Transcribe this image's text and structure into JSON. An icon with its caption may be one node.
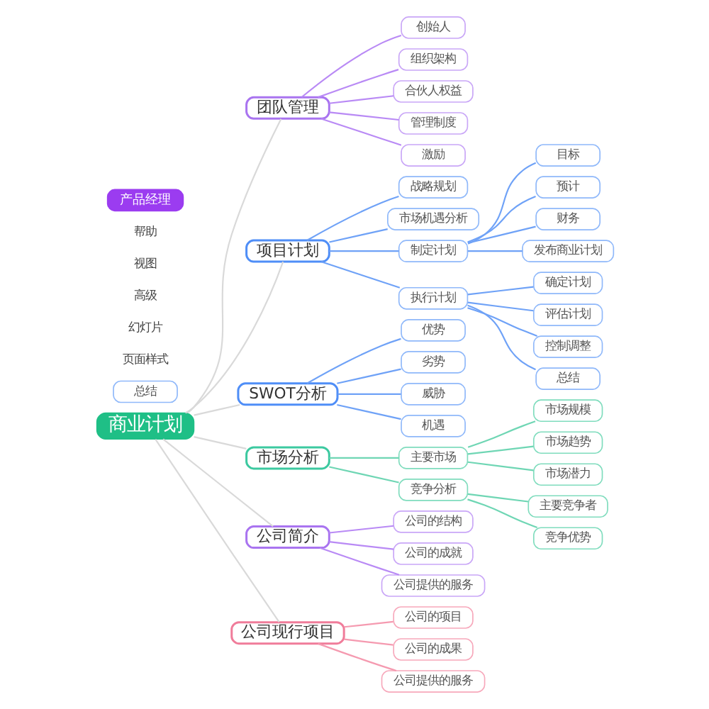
{
  "diagram": {
    "nodes": [
      {
        "text": [
          "商业计划"
        ]
      },
      {
        "text": [
          "团队管理"
        ]
      },
      {
        "text": [
          "创始人"
        ]
      },
      {
        "text": [
          "组织架构"
        ]
      },
      {
        "text": [
          "合伙人权益"
        ]
      },
      {
        "text": [
          "管理制度"
        ]
      },
      {
        "text": [
          "激励"
        ]
      },
      {
        "text": [
          "项目计划"
        ]
      },
      {
        "text": [
          "战略规划"
        ]
      },
      {
        "text": [
          "市场机遇分析"
        ]
      },
      {
        "text": [
          "制定计划"
        ]
      },
      {
        "text": [
          "目标"
        ]
      },
      {
        "text": [
          "预计"
        ]
      },
      {
        "text": [
          "财务"
        ]
      },
      {
        "text": [
          "发布商业计划"
        ]
      },
      {
        "text": [
          "执行计划"
        ]
      },
      {
        "text": [
          "确定计划"
        ]
      },
      {
        "text": [
          "评估计划"
        ]
      },
      {
        "text": [
          "控制调整"
        ]
      },
      {
        "text": [
          "总结"
        ]
      },
      {
        "text": [
          "SWOT分析"
        ]
      },
      {
        "text": [
          "优势"
        ]
      },
      {
        "text": [
          "劣势"
        ]
      },
      {
        "text": [
          "威胁"
        ]
      },
      {
        "text": [
          "机遇"
        ]
      },
      {
        "text": [
          "总结"
        ]
      },
      {
        "text": [
          "市场分析"
        ]
      },
      {
        "text": [
          "主要市场"
        ]
      },
      {
        "text": [
          "市场规模"
        ]
      },
      {
        "text": [
          "市场趋势"
        ]
      },
      {
        "text": [
          "市场潜力"
        ]
      },
      {
        "text": [
          "竞争分析"
        ]
      },
      {
        "text": [
          "主要竞争者"
        ]
      },
      {
        "text": [
          "竞争优势"
        ]
      },
      {
        "text": [
          "公司简介"
        ]
      },
      {
        "text": [
          "公司的结构"
        ]
      },
      {
        "text": [
          "公司的成就"
        ]
      },
      {
        "text": [
          "公司提供的服务"
        ]
      },
      {
        "text": [
          "公司现行项目"
        ]
      },
      {
        "text": [
          "公司的项目"
        ]
      },
      {
        "text": [
          "公司的成果"
        ]
      },
      {
        "text": [
          "公司提供的服务"
        ]
      }
    ],
    "edges": [
      {
        "from": 0,
        "to": 1,
        "arrow": "none",
        "color": "#d9d9d9"
      },
      {
        "from": 1,
        "to": 2,
        "arrow": "none",
        "color": "#b98af5"
      },
      {
        "from": 1,
        "to": 3,
        "arrow": "none",
        "color": "#b98af5"
      },
      {
        "from": 1,
        "to": 4,
        "arrow": "none",
        "color": "#b98af5"
      },
      {
        "from": 1,
        "to": 5,
        "arrow": "none",
        "color": "#b98af5"
      },
      {
        "from": 1,
        "to": 6,
        "arrow": "none",
        "color": "#b98af5"
      },
      {
        "from": 0,
        "to": 7,
        "arrow": "none",
        "color": "#d9d9d9"
      },
      {
        "from": 7,
        "to": 8,
        "arrow": "none"
      },
      {
        "from": 7,
        "to": 9,
        "arrow": "none"
      },
      {
        "from": 7,
        "to": 10,
        "arrow": "none"
      },
      {
        "from": 10,
        "to": 11,
        "arrow": "none"
      },
      {
        "from": 10,
        "to": 12,
        "arrow": "none"
      },
      {
        "from": 10,
        "to": 13,
        "arrow": "none"
      },
      {
        "from": 10,
        "to": 14,
        "arrow": "none"
      },
      {
        "from": 7,
        "to": 15,
        "arrow": "none"
      },
      {
        "from": 15,
        "to": 16,
        "arrow": "none"
      },
      {
        "from": 15,
        "to": 17,
        "arrow": "none"
      },
      {
        "from": 15,
        "to": 18,
        "arrow": "none"
      },
      {
        "from": 15,
        "to": 19,
        "arrow": "none"
      },
      {
        "from": 0,
        "to": 20,
        "arrow": "none",
        "color": "#d9d9d9"
      },
      {
        "from": 20,
        "to": 21,
        "arrow": "none"
      },
      {
        "from": 20,
        "to": 22,
        "arrow": "none"
      },
      {
        "from": 20,
        "to": 23,
        "arrow": "none"
      },
      {
        "from": 20,
        "to": 24,
        "arrow": "none"
      },
      {
        "from": 0,
        "to": 26,
        "arrow": "none",
        "color": "#d9d9d9"
      },
      {
        "from": 26,
        "to": 27,
        "arrow": "none",
        "color": "#6fd6b4"
      },
      {
        "from": 27,
        "to": 28,
        "arrow": "none",
        "color": "#6fd6b4"
      },
      {
        "from": 27,
        "to": 29,
        "arrow": "none",
        "color": "#6fd6b4"
      },
      {
        "from": 27,
        "to": 30,
        "arrow": "none",
        "color": "#6fd6b4"
      },
      {
        "from": 26,
        "to": 31,
        "arrow": "none",
        "color": "#6fd6b4"
      },
      {
        "from": 31,
        "to": 32,
        "arrow": "none",
        "color": "#6fd6b4"
      },
      {
        "from": 31,
        "to": 33,
        "arrow": "none",
        "color": "#6fd6b4"
      },
      {
        "from": 0,
        "to": 34,
        "arrow": "none",
        "color": "#d9d9d9"
      },
      {
        "from": 34,
        "to": 35,
        "arrow": "none",
        "color": "#b98af5"
      },
      {
        "from": 34,
        "to": 36,
        "arrow": "none",
        "color": "#b98af5"
      },
      {
        "from": 34,
        "to": 37,
        "arrow": "none",
        "color": "#b98af5"
      },
      {
        "from": 0,
        "to": 38,
        "arrow": "none",
        "color": "#d9d9d9"
      },
      {
        "from": 38,
        "to": 39,
        "arrow": "none",
        "color": "#f59ab0"
      },
      {
        "from": 38,
        "to": 40,
        "arrow": "none",
        "color": "#f59ab0"
      },
      {
        "from": 38,
        "to": 41,
        "arrow": "none",
        "color": "#f59ab0"
      }
    ],
    "labels": [
      "页面样式",
      "幻灯片",
      "高级",
      "视图",
      "帮助",
      "产品经理"
    ]
  }
}
